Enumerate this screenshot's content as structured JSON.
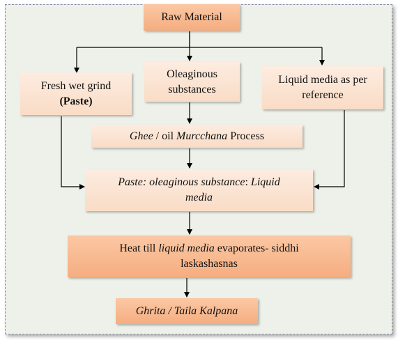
{
  "diagram": {
    "raw_material": "Raw Material",
    "fresh_wet_grind": {
      "line1": "Fresh wet grind",
      "line2": "(Paste)"
    },
    "oleaginous": {
      "line1": "Oleaginous",
      "line2": "substances"
    },
    "liquid_media_ref": {
      "line1": "Liquid media as per",
      "line2": "reference"
    },
    "murcchana": {
      "ghee": "Ghee",
      "sep": " / oil ",
      "murcchana": "Murcchana",
      "process": " Process"
    },
    "paste_mix": {
      "italic": "Paste: oleaginous substance",
      "sep": ": ",
      "liquid": "Liquid",
      "media": "media"
    },
    "heat": {
      "pre": "Heat till ",
      "italic": "liquid media",
      "post": " evaporates- siddhi",
      "line2": "laskashasnas"
    },
    "kalpana": "Ghrita / Taila Kalpana"
  },
  "colors": {
    "light_box": "#f9dcc6",
    "dark_box": "#f5ad80",
    "frame_bg": "#eef1e9",
    "frame_border": "#8c8ca6"
  }
}
